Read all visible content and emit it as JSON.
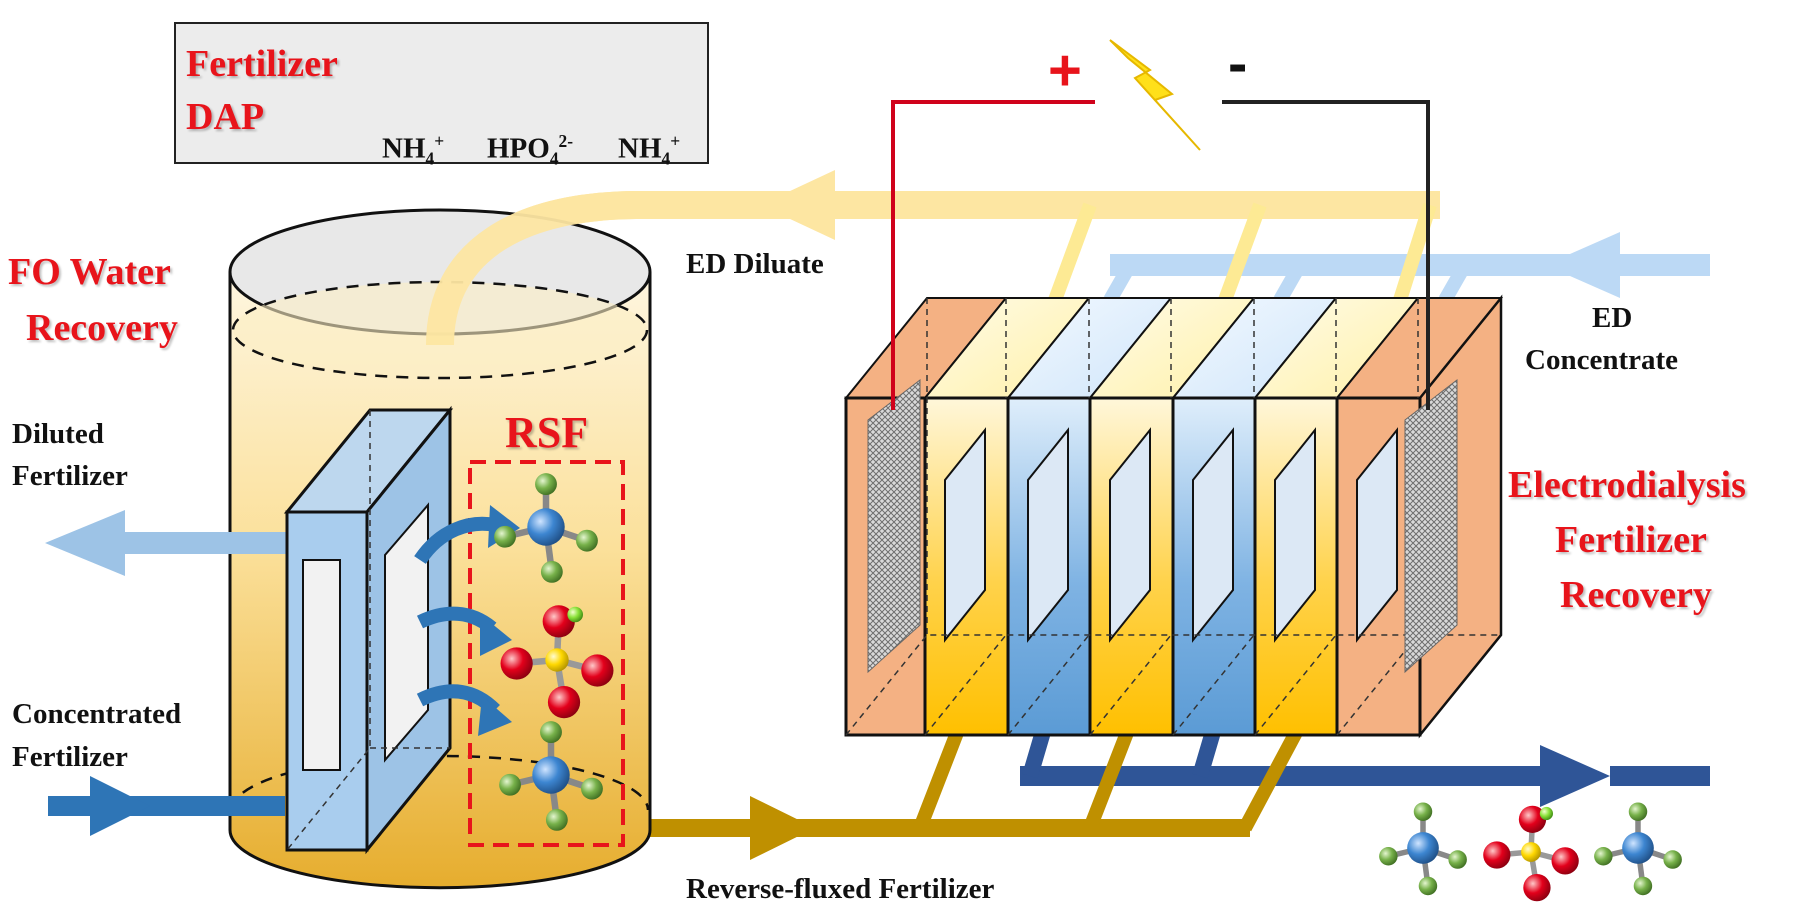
{
  "legend": {
    "title_line1": "Fertilizer",
    "title_line2": "DAP",
    "ions": [
      "NH",
      "HPO",
      "NH"
    ],
    "ion_subs": [
      "4",
      "4",
      "4"
    ],
    "ion_sups": [
      "+",
      "2-",
      "+"
    ]
  },
  "labels": {
    "fo_line1": "FO Water",
    "fo_line2": "Recovery",
    "diluted_line1": "Diluted",
    "diluted_line2": "Fertilizer",
    "concentrated_line1": "Concentrated",
    "concentrated_line2": "Fertilizer",
    "rsf": "RSF",
    "ed_diluate": "ED Diluate",
    "ed_concentrate_line1": "ED",
    "ed_concentrate_line2": "Concentrate",
    "ed_line1": "Electrodialysis",
    "ed_line2": "Fertilizer",
    "ed_line3": "Recovery",
    "reverse_fluxed": "Reverse-fluxed Fertilizer"
  },
  "power": {
    "plus": "+",
    "minus": "-"
  },
  "colors": {
    "red_text": "#e8141b",
    "tank_fill_top": "#fdf2d4",
    "tank_fill_bottom": "#e7b43a",
    "diluate_stream": "#fde6a2",
    "concentrate_stream": "#bcd9f5",
    "product_stream": "#2f5597",
    "reverse_flux_stream": "#bf9000",
    "diluted_arrow": "#9dc3e6",
    "concentrated_arrow": "#2e75b6",
    "cell_orange": "#f4b183",
    "cell_yellow": "#ffc000",
    "cell_blue": "#5b9bd5",
    "nitrogen": "#2e75b6",
    "hydrogen": "#70ad47",
    "oxygen": "#e3001b",
    "phosphorus": "#ffd800"
  }
}
